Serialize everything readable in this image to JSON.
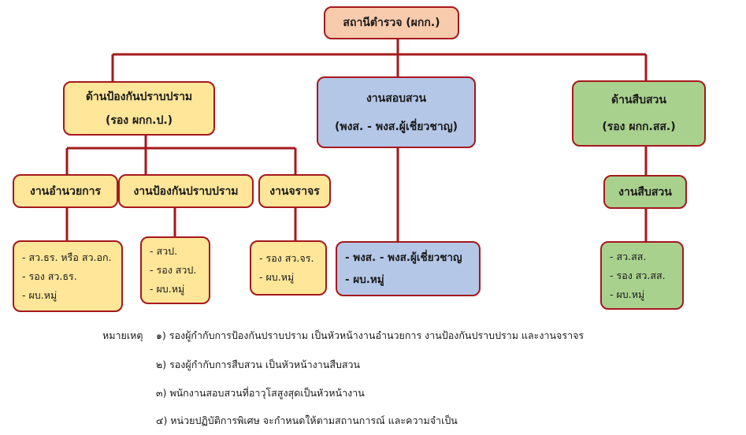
{
  "root": {
    "label": "สถานีตำรวจ (ผกก.)"
  },
  "branches": {
    "prevention": {
      "title": "ด้านป้องกันปราบปราม",
      "subtitle": "(รอง ผกก.ป.)",
      "units": [
        {
          "label": "งานอำนวยการ",
          "staff": [
            "- สว.ธร. หรือ สว.อก.",
            "- รอง สว.ธร.",
            "- ผบ.หมู่"
          ]
        },
        {
          "label": "งานป้องกันปราบปราม",
          "staff": [
            "- สวป.",
            "- รอง สวป.",
            "- ผบ.หมู่"
          ]
        },
        {
          "label": "งานจราจร",
          "staff": [
            "- รอง สว.จร.",
            "- ผบ.หมู่"
          ]
        }
      ]
    },
    "inquiry": {
      "title": "งานสอบสวน",
      "subtitle": "(พงส. - พงส.ผู้เชี่ยวชาญ)",
      "staff": [
        "- พงส. - พงส.ผู้เชี่ยวชาญ",
        "- ผบ.หมู่"
      ]
    },
    "investigation": {
      "title": "ด้านสืบสวน",
      "subtitle": "(รอง ผกก.สส.)",
      "unit": {
        "label": "งานสืบสวน",
        "staff": [
          "- สว.สส.",
          "- รอง สว.สส.",
          "- ผบ.หมู่"
        ]
      }
    }
  },
  "notes": {
    "heading": "หมายเหตุ",
    "items": [
      "๑) รองผู้กำกับการป้องกันปราบปราม เป็นหัวหน้างานอำนวยการ งานป้องกันปราบปราม และงานจราจร",
      "๒) รองผู้กำกับการสืบสวน เป็นหัวหน้างานสืบสวน",
      "๓) พนักงานสอบสวนที่อาวุโสสูงสุดเป็นหัวหน้างาน",
      "๔) หน่วยปฏิบัติการพิเศษ จะกำหนดให้ตามสถานการณ์ และความจำเป็น"
    ]
  },
  "colors": {
    "border": "#a5181d",
    "root": "#f8cbad",
    "prevention": "#ffe699",
    "inquiry": "#b4c7e7",
    "investigation": "#a9d18e"
  }
}
